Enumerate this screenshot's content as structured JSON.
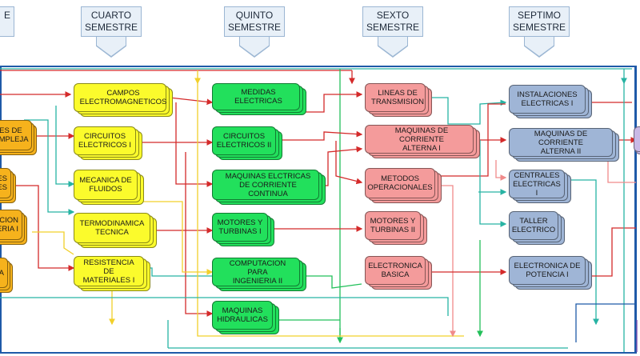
{
  "semesters": [
    {
      "id": "tercero",
      "line1": "",
      "line2": "E"
    },
    {
      "id": "cuarto",
      "line1": "CUARTO",
      "line2": "SEMESTRE"
    },
    {
      "id": "quinto",
      "line1": "QUINTO",
      "line2": "SEMESTRE"
    },
    {
      "id": "sexto",
      "line1": "SEXTO",
      "line2": "SEMESTRE"
    },
    {
      "id": "septimo",
      "line1": "SEPTIMO",
      "line2": "SEMESTRE"
    }
  ],
  "col3": [
    "NES DE\nCOMPLEJA",
    "ES\nLES",
    "CION\nIERIA I",
    "IA"
  ],
  "col4": [
    "CAMPOS\nELECTROMAGNETICOS",
    "CIRCUITOS\nELECTRICOS I",
    "MECANICA DE\nFLUIDOS",
    "TERMODINAMICA\nTECNICA",
    "RESISTENCIA DE\nMATERIALES I"
  ],
  "col5": [
    "MEDIDAS ELECTRICAS",
    "CIRCUITOS\nELECTRICOS II",
    "MAQUINAS ELCTRICAS\nDE CORRIENTE CONTINUA",
    "MOTORES Y\nTURBINAS I",
    "COMPUTACION PARA\nINGENIERIA II",
    "MAQUINAS\nHIDRAULICAS"
  ],
  "col6": [
    "LINEAS DE\nTRANSMISION",
    "MAQUINAS DE CORRIENTE\nALTERNA I",
    "METODOS\nOPERACIONALES",
    "MOTORES Y\nTURBINAS II",
    "ELECTRONICA\nBASICA"
  ],
  "col7": [
    "INSTALACIONES\nELECTRICAS I",
    "MAQUINAS DE CORRIENTE\nALTERNA II",
    "CENTRALES\nELECTRICAS I",
    "TALLER\nELECTRICO",
    "ELECTRONICA DE\nPOTENCIA I"
  ],
  "colors": {
    "frame": "#1f5aa8",
    "yellow": "#fbfb2c",
    "green": "#22e05c",
    "salmon": "#f49b9b",
    "orange": "#f6b21c",
    "blue": "#9fb5d6",
    "red": "#d42a2a",
    "teal": "#27b3a3",
    "gold": "#f2d02a"
  }
}
